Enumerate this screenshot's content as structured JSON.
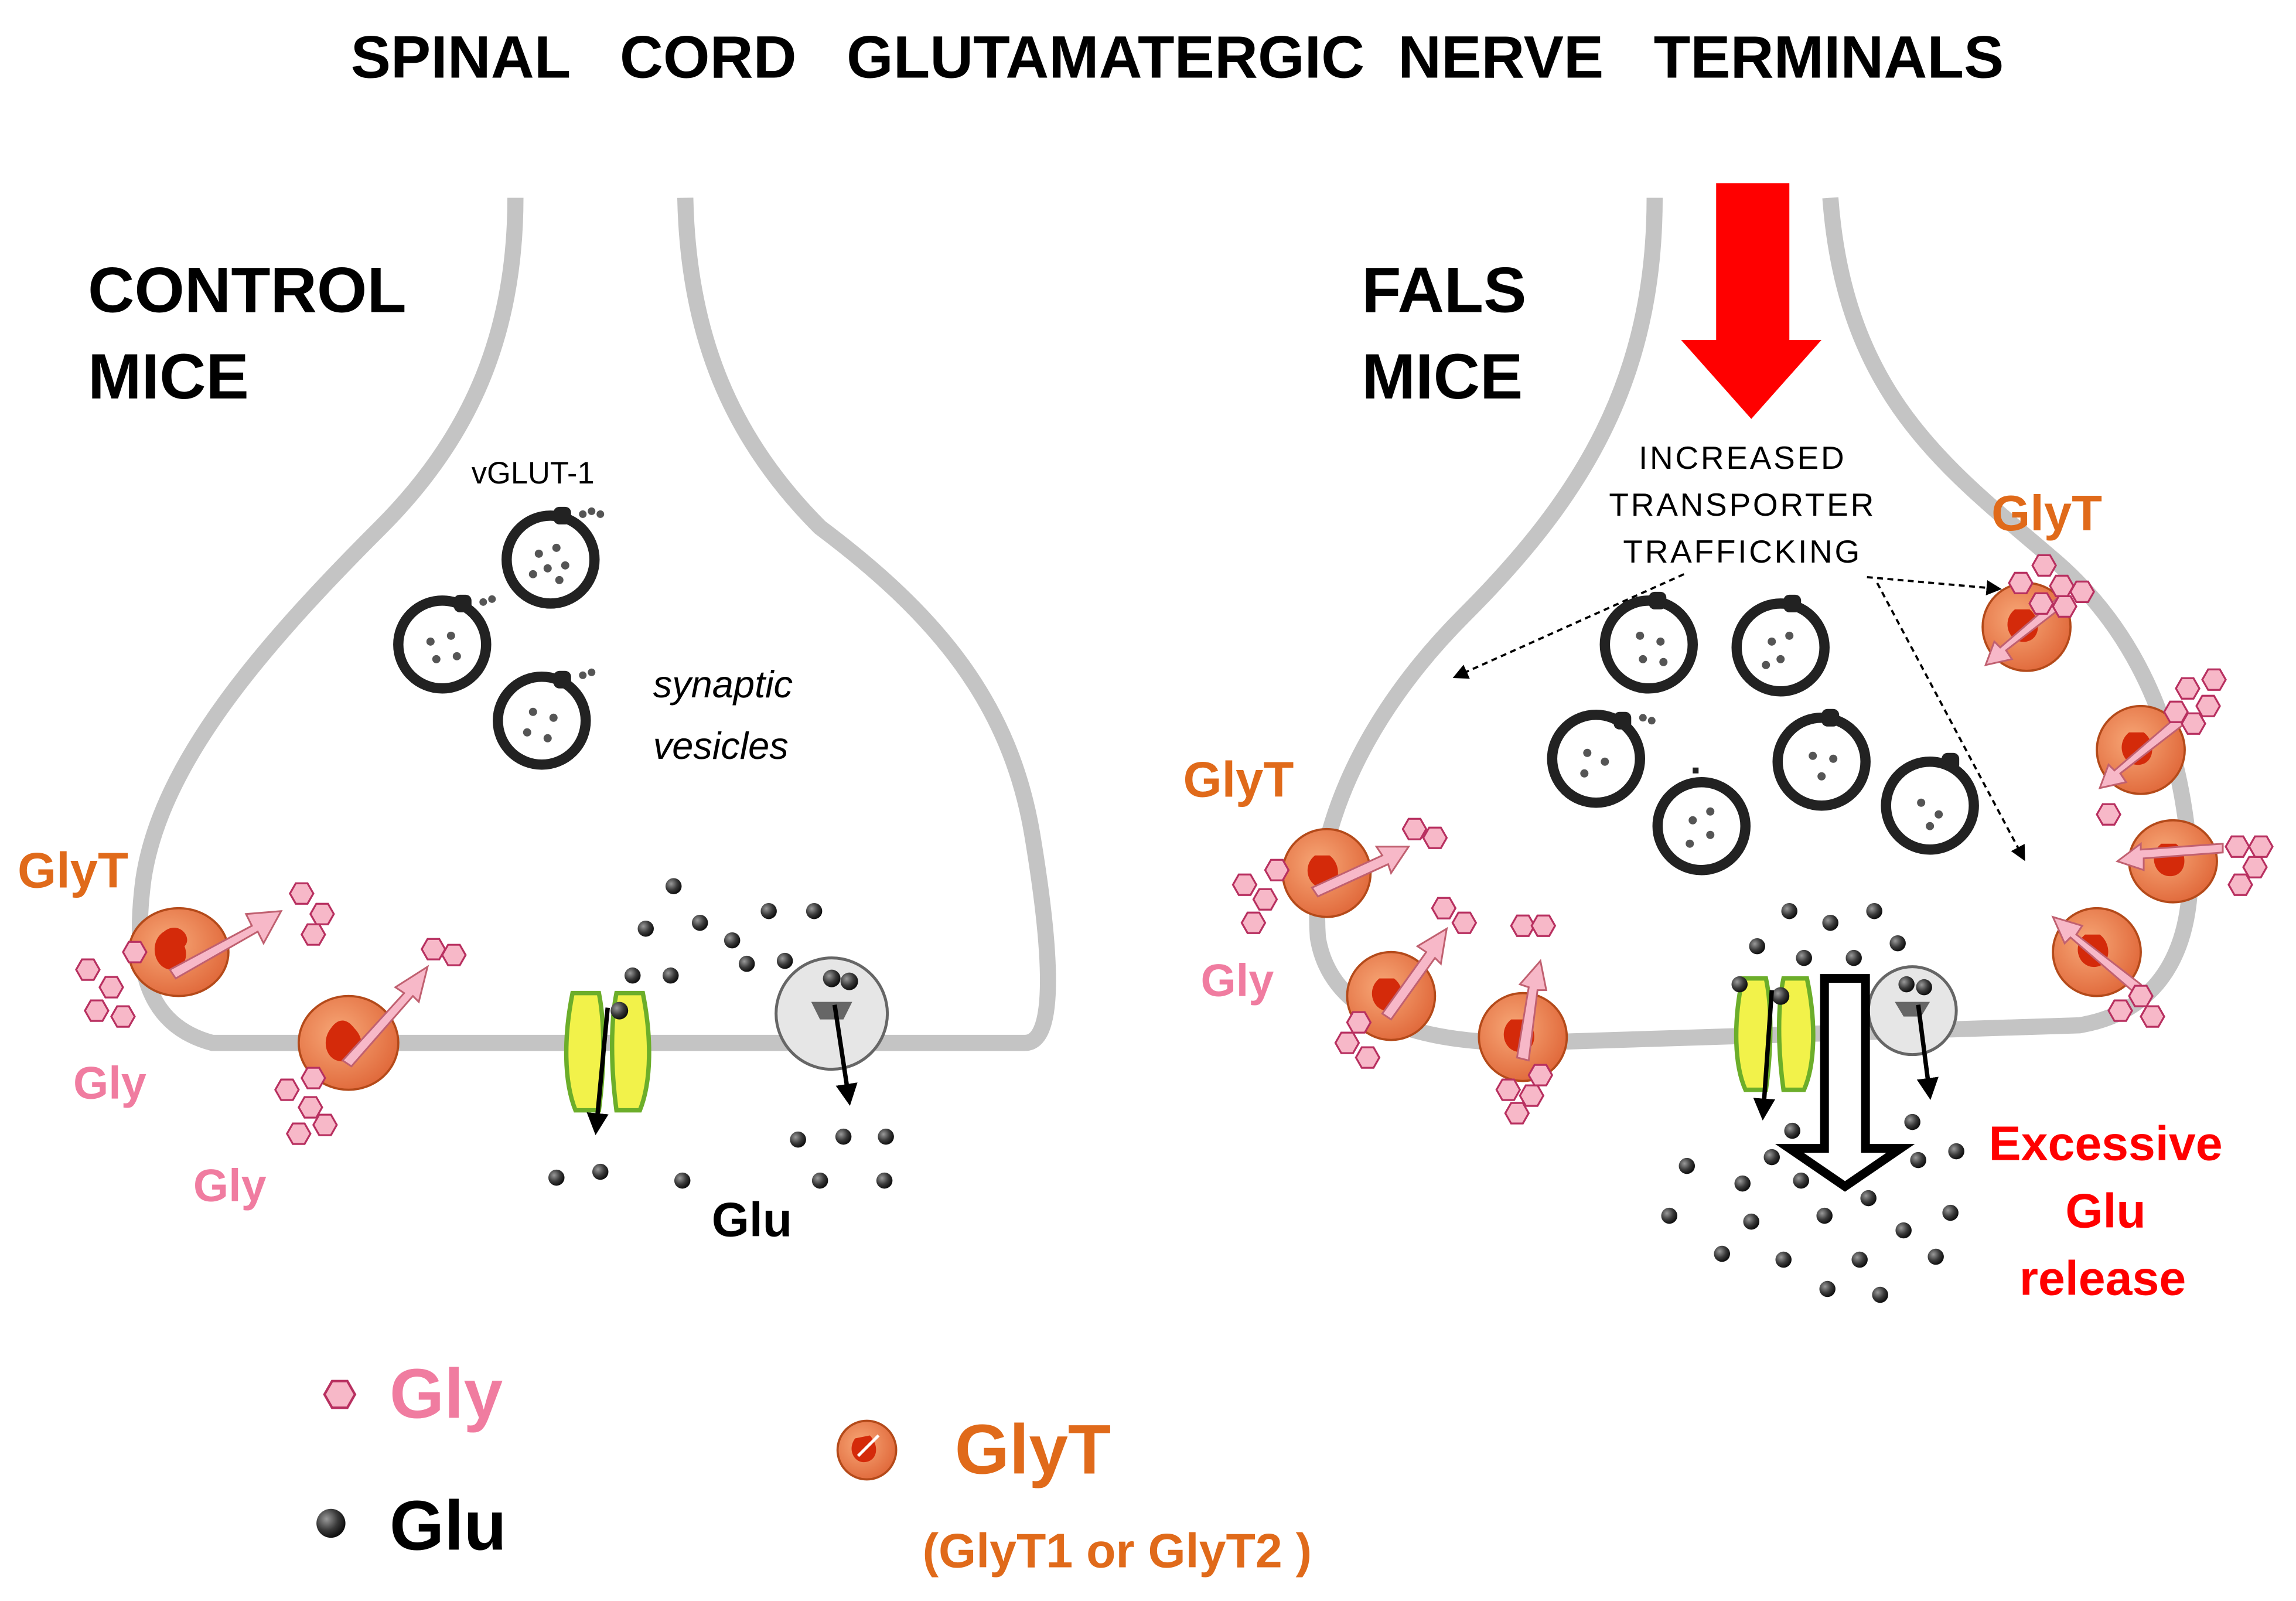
{
  "title": "SPINAL   CORD   GLUTAMATERGIC  NERVE   TERMINALS",
  "control": {
    "label_line1": "CONTROL",
    "label_line2": "MICE",
    "vglut_label": "vGLUT-1",
    "vesicles_line1": "synaptic",
    "vesicles_line2": "vesicles",
    "glyt_label": "GlyT",
    "gly_label_1": "Gly",
    "gly_label_2": "Gly",
    "glu_label": "Glu"
  },
  "fals": {
    "label_line1": "FALS",
    "label_line2": "MICE",
    "trafficking_line1": "INCREASED",
    "trafficking_line2": "TRANSPORTER",
    "trafficking_line3": "TRAFFICKING",
    "glyt_label_left": "GlyT",
    "glyt_label_right": "GlyT",
    "gly_label": "Gly",
    "excessive_line1": "Excessive",
    "excessive_line2": "Glu",
    "excessive_line3": "release"
  },
  "legend": {
    "gly": "Gly",
    "glu": "Glu",
    "glyt": "GlyT",
    "glyt_sub": "(GlyT1 or GlyT2 )"
  },
  "colors": {
    "membrane": "#c0c0c0",
    "glyt_orange": "#e07a3a",
    "glyt_label": "#e06a1a",
    "gly_pink": "#f07ca0",
    "gly_fill": "#f7b8c8",
    "red_arrow": "#ff0000",
    "excessive_red": "#ff0000",
    "channel_yellow": "#f2f24a",
    "channel_green": "#7cc23a"
  }
}
